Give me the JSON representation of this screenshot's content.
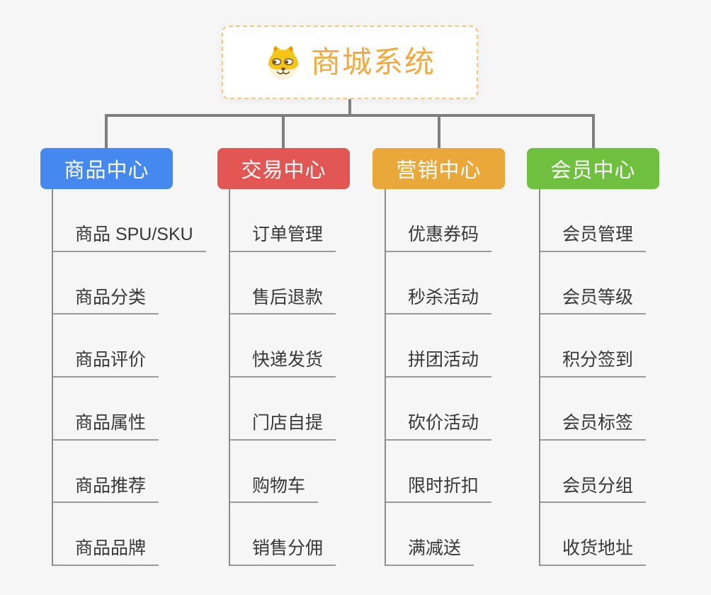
{
  "page": {
    "background": "#f6f6f6",
    "connector_color": "#7f7f7f"
  },
  "root": {
    "title": "商城系统",
    "icon": "dog-face-icon",
    "text_color": "#f2a93f",
    "border_color": "#f3c87e"
  },
  "branches": [
    {
      "label": "商品中心",
      "color": "#4589f0",
      "items": [
        "商品 SPU/SKU",
        "商品分类",
        "商品评价",
        "商品属性",
        "商品推荐",
        "商品品牌"
      ]
    },
    {
      "label": "交易中心",
      "color": "#e25653",
      "items": [
        "订单管理",
        "售后退款",
        "快递发货",
        "门店自提",
        "购物车",
        "销售分佣"
      ]
    },
    {
      "label": "营销中心",
      "color": "#eaa83a",
      "items": [
        "优惠券码",
        "秒杀活动",
        "拼团活动",
        "砍价活动",
        "限时折扣",
        "满减送"
      ]
    },
    {
      "label": "会员中心",
      "color": "#70c040",
      "items": [
        "会员管理",
        "会员等级",
        "积分签到",
        "会员标签",
        "会员分组",
        "收货地址"
      ]
    }
  ]
}
